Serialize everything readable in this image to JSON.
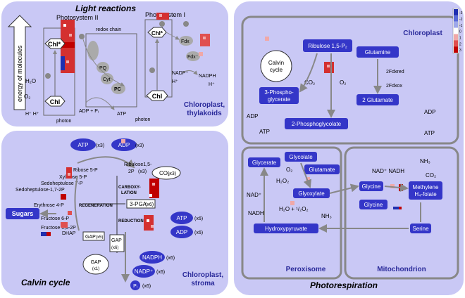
{
  "light": {
    "title": "Light reactions",
    "subtitle_1": "Chloroplast,",
    "subtitle_2": "thylakoids",
    "energy_axis": "energy of molecules",
    "photosystem2": "Photosystem II",
    "photosystem1": "Photosystem I",
    "redox_chain": "redox chain",
    "chl": "Chl",
    "chl_star": "Chl*",
    "pq": "PQ",
    "cyt": "Cyt",
    "pc": "PC",
    "fdx": "Fdx",
    "fdx_minus": "Fdx⁻",
    "h2o": "H₂O",
    "o2": "O₂",
    "h_plus": "H⁺ H⁺",
    "photon": "photon",
    "adp_pi": "ADP + Pᵢ",
    "atp": "ATP",
    "nadp": "NADP⁺",
    "h_plus2": "H⁺",
    "nadph": "NADPH",
    "h_plus3": "H⁺"
  },
  "calvin": {
    "title": "Calvin cycle",
    "subtitle_1": "Chloroplast,",
    "subtitle_2": "stroma",
    "atp_top": "ATP",
    "adp_top": "ADP",
    "x3": "(x3)",
    "x6": "(x6)",
    "x5": "(x5)",
    "x1": "(x1)",
    "ribulose_5p": "Ribose 5-P",
    "xylulose": "Xylulose 5-P",
    "sedohept_7p": "Sedoheptulose 7-P",
    "sedohept_17": "Sedoheptulose-1,7-2P",
    "erythrose": "Erythrose 4-P",
    "fructose6p": "Fructose 6-P",
    "fructose16": "Fructose 1,6-2P",
    "dhap": "DHAP",
    "ribulose15": "Ribulose1,5-",
    "ribulose15b": "2P",
    "co2": "CO₂",
    "carboxylation": "CARBOXY-",
    "carboxylation2": "LATION",
    "regeneration": "REGENERATION",
    "reduction": "REDUCTION",
    "pga": "3-PGA",
    "atp": "ATP",
    "adp": "ADP",
    "nadph": "NADPH",
    "nadp": "NADP⁺",
    "pi": "Pᵢ",
    "gap": "GAP",
    "sugars": "Sugars"
  },
  "photo": {
    "title": "Photorespiration",
    "chloroplast": "Chloroplast",
    "peroxisome": "Peroxisome",
    "mitochondrion": "Mitochondrion",
    "calvin_cycle_1": "Calvin",
    "calvin_cycle_2": "cycle",
    "ribulose": "Ribulose 1,5-P₂",
    "pga_1": "3-Phospho-",
    "pga_2": "glycerate",
    "co2": "CO₂",
    "o2": "O₂",
    "phosphoglycolate": "2-Phosphoglycolate",
    "glutamine": "Glutamine",
    "fdx_red": "2Fdxred",
    "fdx_ox": "2Fdxox",
    "glutamate2": "2 Glutamate",
    "adp": "ADP",
    "atp": "ATP",
    "glycerate": "Glycerate",
    "glycolate": "Glycolate",
    "glutamate": "Glutamate",
    "glyoxylate": "Glyoxylate",
    "glycine1": "Glycine",
    "glycine2": "Glycine",
    "methylene_1": "Methylene",
    "methylene_2": "H₄-folate",
    "serine": "Serine",
    "hydroxypyruvate": "Hydroxypyruvate",
    "nad_plus": "NAD⁺",
    "nadh": "NADH",
    "nh3": "NH₃",
    "h2o2": "H₂O₂",
    "h2o_o2": "H₂O + ¹/₂O₂",
    "nad_plus_l": "NAD⁺",
    "nadh_l": "NADH",
    "o2_l": "O₂",
    "nh3_top": "NH₃",
    "co2_m": "CO₂",
    "nad_nadh": "NAD⁺ NADH"
  },
  "legend": {
    "ticks": [
      "-3",
      "-2",
      "-1",
      "0",
      "1",
      "2",
      "3"
    ],
    "colors": [
      "#1f2fb0",
      "#5a6bd8",
      "#9ea8ea",
      "#ffffff",
      "#f0a8a8",
      "#e05050",
      "#c00000"
    ]
  },
  "colors": {
    "panel": "#c9c8f5",
    "node": "#3436c8",
    "arrow": "#888888"
  }
}
